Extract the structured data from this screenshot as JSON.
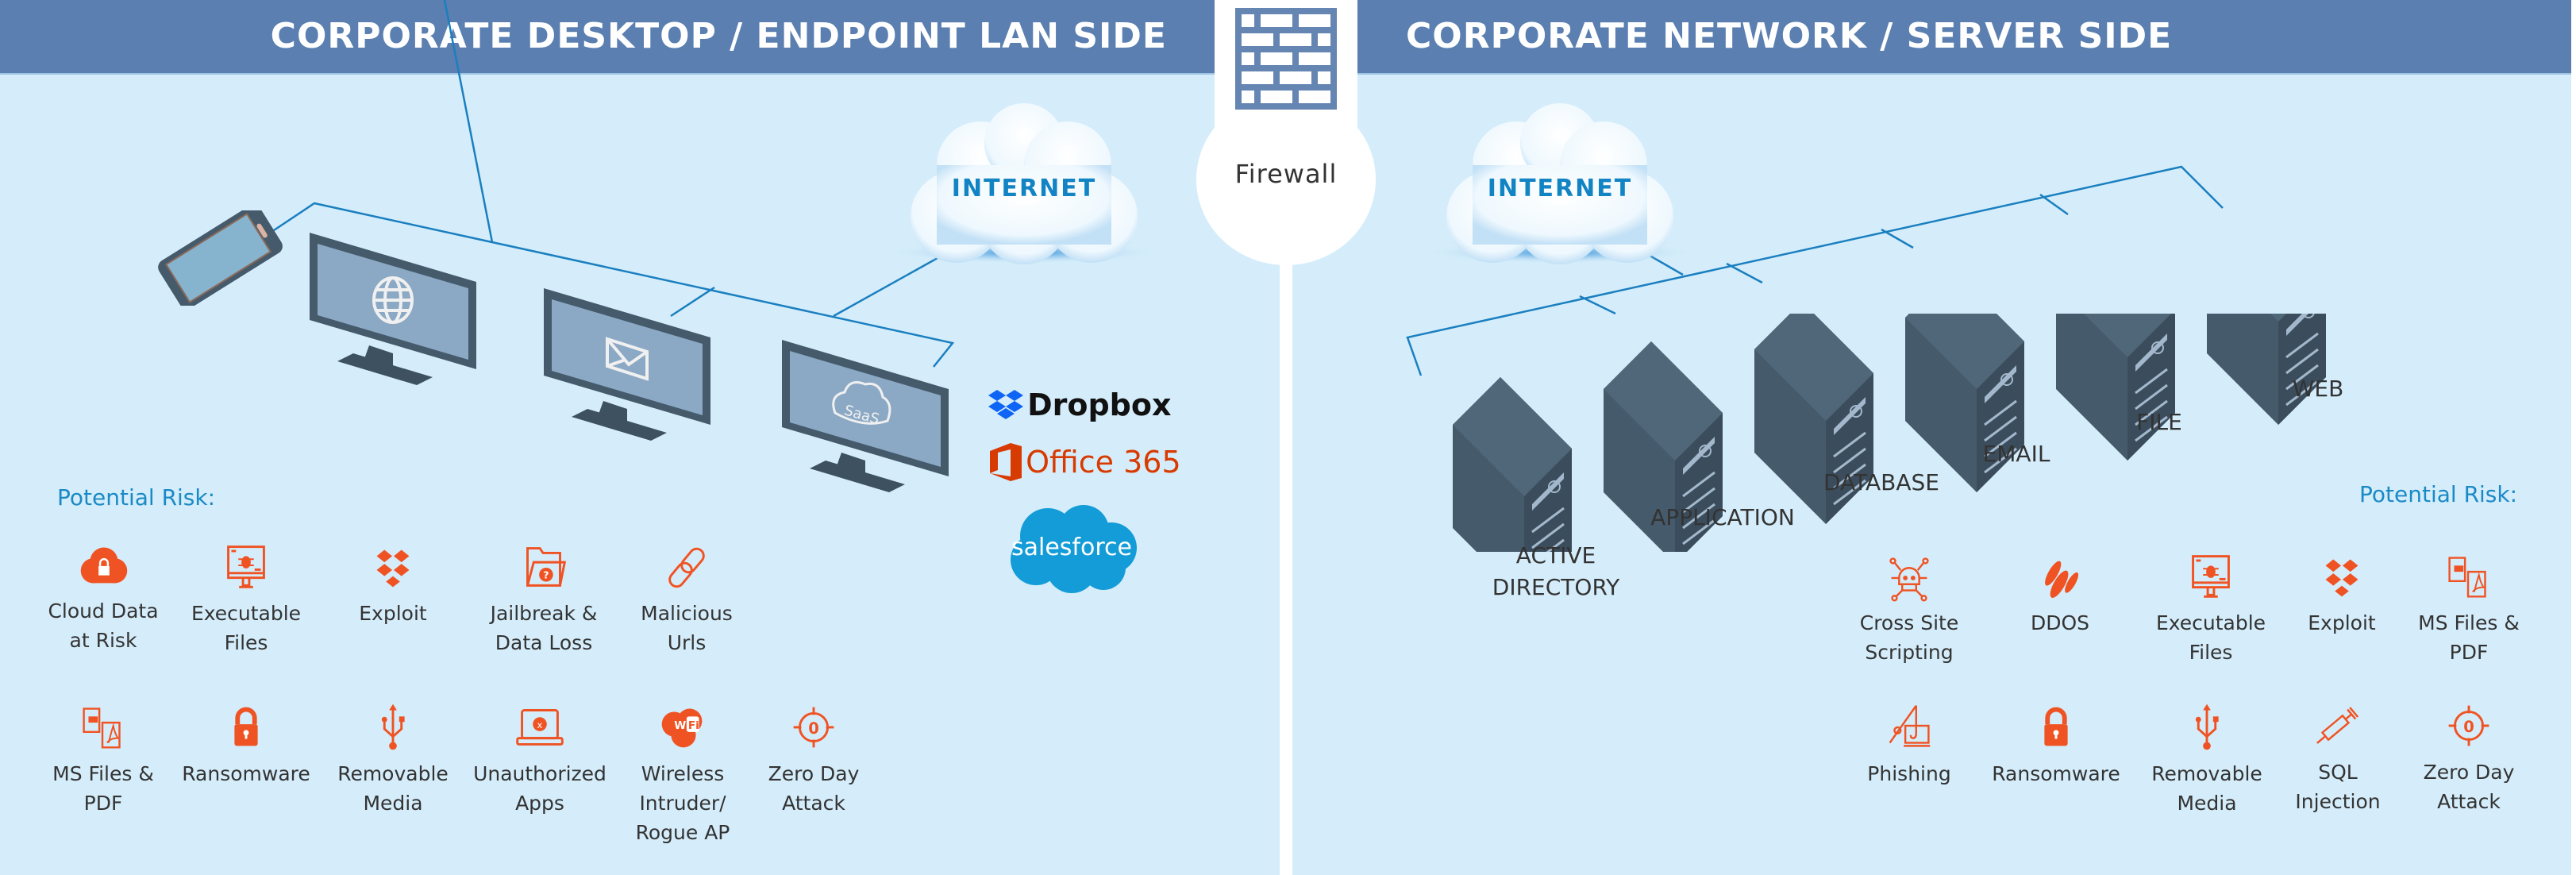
{
  "left": {
    "header": "CORPORATE DESKTOP / ENDPOINT LAN SIDE",
    "cloud_label": "INTERNET",
    "devices": [
      {
        "name": "smartphone"
      },
      {
        "name": "desktop-web",
        "screen_icon": "globe-icon"
      },
      {
        "name": "desktop-email",
        "screen_icon": "envelope-icon"
      },
      {
        "name": "desktop-saas",
        "screen_icon": "saas-cloud-icon",
        "screen_text": "SaaS"
      }
    ],
    "brands": {
      "dropbox": "Dropbox",
      "office": "Office 365",
      "salesforce": "salesforce"
    },
    "risk_title": "Potential Risk:",
    "risks": [
      {
        "label": "Cloud Data\nat Risk",
        "icon": "cloud-lock-icon"
      },
      {
        "label": "Executable\nFiles",
        "icon": "monitor-bug-icon"
      },
      {
        "label": "Exploit",
        "icon": "dropbox-icon"
      },
      {
        "label": "Jailbreak &\nData Loss",
        "icon": "folder-question-icon"
      },
      {
        "label": "Malicious\nUrls",
        "icon": "chain-link-icon"
      },
      {
        "label": "MS Files &\nPDF",
        "icon": "doc-pdf-icon"
      },
      {
        "label": "Ransomware",
        "icon": "padlock-icon"
      },
      {
        "label": "Removable\nMedia",
        "icon": "usb-icon"
      },
      {
        "label": "Unauthorized\nApps",
        "icon": "laptop-x-icon"
      },
      {
        "label": "Wireless\nIntruder/\nRogue AP",
        "icon": "wifi-icon"
      },
      {
        "label": "Zero Day\nAttack",
        "icon": "crosshair-zero-icon"
      }
    ]
  },
  "firewall": {
    "label": "Firewall",
    "icon": "brick-wall-icon"
  },
  "right": {
    "header": "CORPORATE NETWORK /  SERVER SIDE",
    "cloud_label": "INTERNET",
    "servers": [
      {
        "label": "ACTIVE\nDIRECTORY"
      },
      {
        "label": "APPLICATION"
      },
      {
        "label": "DATABASE"
      },
      {
        "label": "EMAIL"
      },
      {
        "label": "FILE"
      },
      {
        "label": "WEB"
      }
    ],
    "risk_title": "Potential Risk:",
    "risks": [
      {
        "label": "Cross Site\nScripting",
        "icon": "skull-circuit-icon"
      },
      {
        "label": "DDOS",
        "icon": "missiles-icon"
      },
      {
        "label": "Executable\nFiles",
        "icon": "monitor-bug-icon"
      },
      {
        "label": "Exploit",
        "icon": "dropbox-icon"
      },
      {
        "label": "MS Files &\nPDF",
        "icon": "doc-pdf-icon"
      },
      {
        "label": "Phishing",
        "icon": "fishing-hook-icon"
      },
      {
        "label": "Ransomware",
        "icon": "padlock-icon"
      },
      {
        "label": "Removable\nMedia",
        "icon": "usb-icon"
      },
      {
        "label": "SQL\nInjection",
        "icon": "syringe-icon"
      },
      {
        "label": "Zero Day\nAttack",
        "icon": "crosshair-zero-icon"
      }
    ]
  },
  "colors": {
    "header_bg": "#5a7fb0",
    "panel_bg": "#d5edfa",
    "risk_orange": "#f05323",
    "link_blue": "#1a8ac6",
    "device_dark": "#455a6b"
  }
}
